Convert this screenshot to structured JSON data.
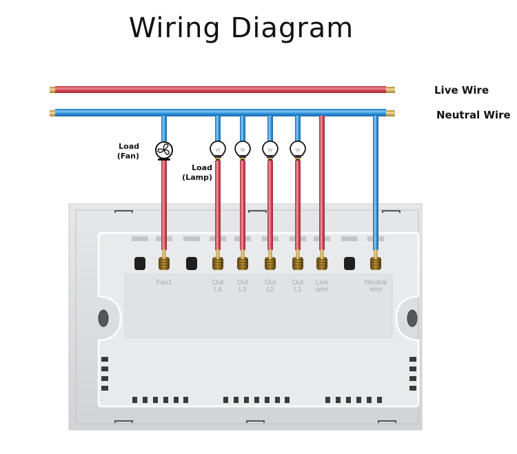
{
  "title": "Wiring Diagram",
  "wires": {
    "live_label": "Live Wire",
    "neutral_label": "Neutral Wire"
  },
  "loads": {
    "fan_label_line1": "Load",
    "fan_label_line2": "(Fan)",
    "lamp_label_line1": "Load",
    "lamp_label_line2": "(Lamp)",
    "lamp_glyph": "W"
  },
  "terminals": [
    {
      "id": "blank1",
      "type": "empty",
      "line1": "",
      "line2": ""
    },
    {
      "id": "fan1",
      "type": "brass",
      "wire": "red",
      "line1": "Fan1",
      "line2": ""
    },
    {
      "id": "blank2",
      "type": "empty",
      "line1": "",
      "line2": ""
    },
    {
      "id": "l4",
      "type": "brass",
      "wire": "red",
      "line1": "Out",
      "line2": "L4"
    },
    {
      "id": "l3",
      "type": "brass",
      "wire": "red",
      "line1": "Out",
      "line2": "L3"
    },
    {
      "id": "l2",
      "type": "brass",
      "wire": "red",
      "line1": "Out",
      "line2": "L2"
    },
    {
      "id": "l1",
      "type": "brass",
      "wire": "red",
      "line1": "Out",
      "line2": "L1"
    },
    {
      "id": "live",
      "type": "brass",
      "wire": "red",
      "line1": "Live",
      "line2": "wire"
    },
    {
      "id": "blank3",
      "type": "empty",
      "line1": "",
      "line2": ""
    },
    {
      "id": "neutral",
      "type": "brass",
      "wire": "blue",
      "line1": "Neutral",
      "line2": "wire"
    }
  ],
  "colors": {
    "live": "#c9424f",
    "neutral": "#2f8fd6",
    "brass": "#c9a24a",
    "panel": "#dcdde0",
    "panel_inner": "#e9eaec"
  }
}
